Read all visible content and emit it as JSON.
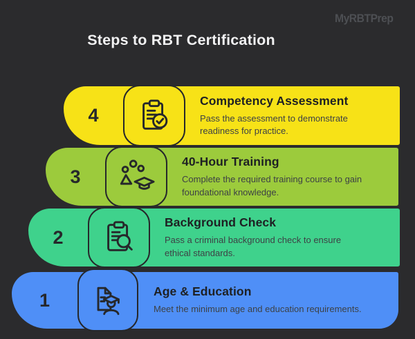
{
  "page": {
    "background": "#2B2B2D",
    "title": "Steps to RBT Certification",
    "watermark": "MyRBTPrep"
  },
  "steps": [
    {
      "number": "4",
      "title": "Competency Assessment",
      "description": "Pass the assessment to demonstrate readiness for practice.",
      "color": "#F7E217",
      "icon": "clipboard-check-icon"
    },
    {
      "number": "3",
      "title": "40-Hour Training",
      "description": "Complete the required training course to gain foundational knowledge.",
      "color": "#9CCB3C",
      "icon": "graduation-training-icon"
    },
    {
      "number": "2",
      "title": "Background Check",
      "description": "Pass a criminal background check to ensure ethical standards.",
      "color": "#3FD28C",
      "icon": "clipboard-search-icon"
    },
    {
      "number": "1",
      "title": "Age & Education",
      "description": "Meet the minimum age and education requirements.",
      "color": "#4F8FF7",
      "icon": "document-graduate-icon"
    }
  ]
}
